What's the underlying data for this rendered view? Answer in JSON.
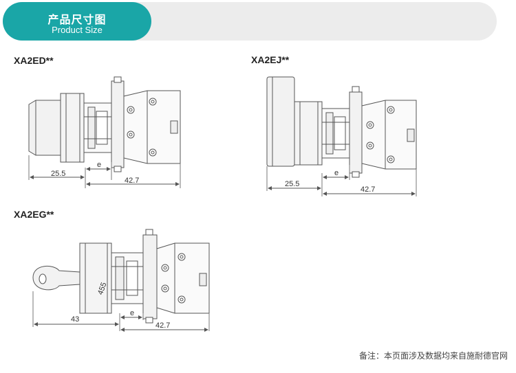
{
  "header": {
    "title_cn": "产品尺寸图",
    "title_en": "Product Size"
  },
  "models": [
    {
      "label": "XA2ED**",
      "dim_left": "25.5",
      "dim_gap": "e",
      "dim_right": "42.7"
    },
    {
      "label": "XA2EJ**",
      "dim_left": "25.5",
      "dim_gap": "e",
      "dim_right": "42.7"
    },
    {
      "label": "XA2EG**",
      "dim_left": "43",
      "dim_gap": "e",
      "dim_right": "42.7"
    }
  ],
  "key_marking": "455",
  "footnote": "备注：本页面涉及数据均来自施耐德官网"
}
